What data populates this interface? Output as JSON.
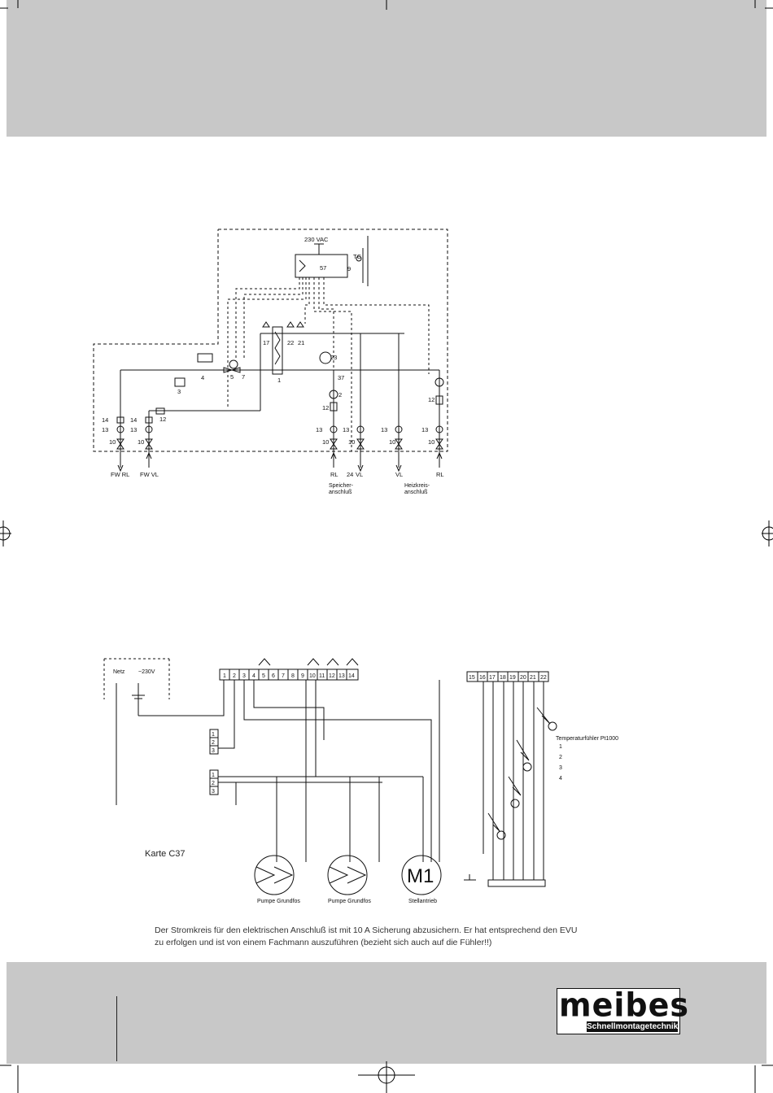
{
  "hydraulic": {
    "supply_label": "230 VAC",
    "controller_id": "57",
    "sensor_tag": "TC",
    "component_numbers": [
      "17",
      "22",
      "21",
      "23",
      "37",
      "2",
      "12",
      "13",
      "10",
      "14",
      "3",
      "4",
      "5",
      "7",
      "1",
      "9"
    ],
    "connections": {
      "fw_rl": "FW RL",
      "fw_vl": "FW VL",
      "rl_storage": "RL",
      "vl_storage": "VL",
      "n24": "24",
      "vl_heating": "VL",
      "rl_heating": "RL"
    },
    "group_labels": {
      "speicher": "Speicher-\nanschluß",
      "heizkreis": "Heizkreis-\nanschluß"
    }
  },
  "wiring": {
    "terminals_left": [
      "1",
      "2",
      "3",
      "4",
      "5",
      "6",
      "7",
      "8",
      "9",
      "10",
      "11",
      "12",
      "13",
      "14"
    ],
    "terminals_right": [
      "15",
      "16",
      "17",
      "18",
      "19",
      "20",
      "21",
      "22"
    ],
    "net_labels": [
      "Netz",
      "~230V"
    ],
    "side_terminals": [
      "1",
      "2",
      "3",
      "1",
      "2",
      "3"
    ],
    "motor_label": "M1",
    "card_label": "Karte C37",
    "sensor_title": "Temperaturfühler Pt1000",
    "sensor_items": [
      "1",
      "2",
      "3",
      "4"
    ],
    "pump_labels": [
      "Pumpe Grundfos",
      "Pumpe Grundfos",
      "Stellantrieb"
    ]
  },
  "note_text": "Der Stromkreis für den elektrischen Anschluß ist mit 10 A Sicherung abzusichern. Er hat entsprechend den EVU zu erfolgen und ist von einem Fachmann auszuführen (bezieht sich auch auf die Fühler!!)",
  "brand": {
    "name": "meibes",
    "tagline": "Schnellmontagetechnik"
  }
}
